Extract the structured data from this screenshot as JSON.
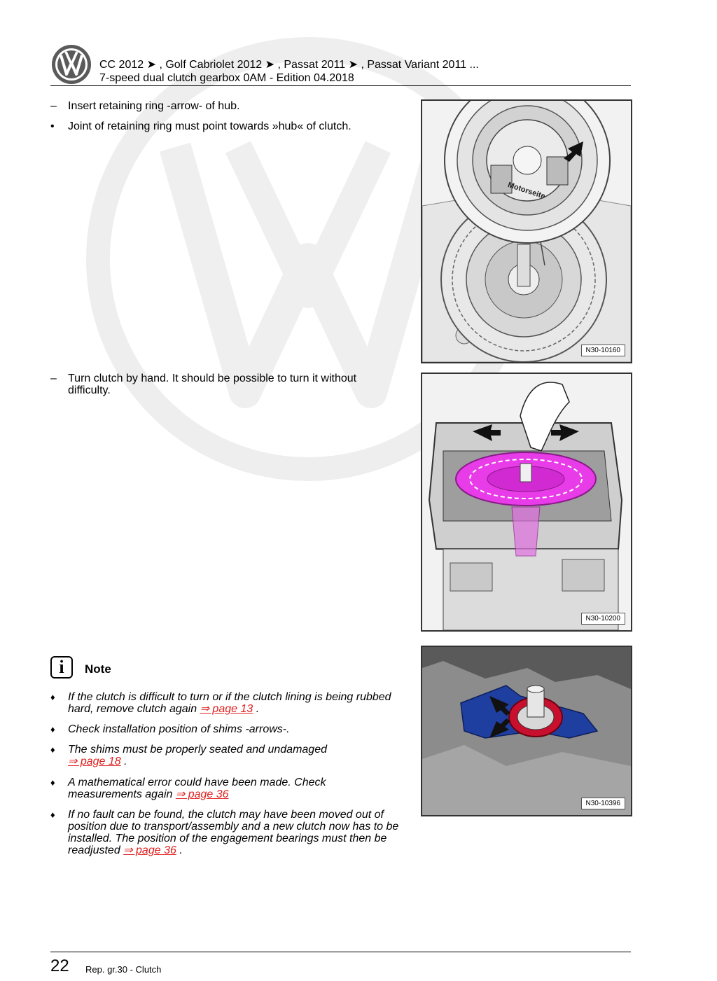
{
  "header": {
    "line1": "CC 2012 ➤ , Golf Cabriolet 2012 ➤ , Passat 2011 ➤ , Passat Variant 2011 ...",
    "line2": "7-speed dual clutch gearbox 0AM - Edition 04.2018",
    "logo_icon": "vw-logo-icon"
  },
  "steps": [
    {
      "marker": "–",
      "text": "Insert retaining ring -arrow- of hub."
    },
    {
      "marker": "•",
      "text": "Joint of retaining ring must point towards »hub« of clutch."
    },
    {
      "marker": "–",
      "text": "Turn clutch by hand. It should be possible to turn it without difficulty."
    }
  ],
  "figures": [
    {
      "label": "N30-10160",
      "stamp": "Motorseite"
    },
    {
      "label": "N30-10200"
    },
    {
      "label": "N30-10396"
    }
  ],
  "note": {
    "icon": "info-icon",
    "title": "Note",
    "b1_text": "If the clutch is difficult to turn or if the clutch lining is being rubbed hard, remove clutch again",
    "b1_link": "⇒ page 13",
    "b1_end": " .",
    "b2_text": "Check installation position of shims -arrows-.",
    "b3_text": "The shims must be properly seated and undamaged",
    "b3_link": "⇒ page 18",
    "b3_end": " .",
    "b4_text": "A mathematical error could have been made. Check measurements again",
    "b4_link": "⇒ page 36",
    "b5_text": "If no fault can be found, the clutch may have been moved out of position due to transport/assembly and a new clutch now has to be installed. The position of the engagement bearings must then be readjusted",
    "b5_link": "⇒ page 36",
    "b5_end": " ."
  },
  "footer": {
    "page_number": "22",
    "text": "Rep. gr.30 - Clutch"
  },
  "colors": {
    "link": "#e02020",
    "clutch_highlight": "#e83ce8",
    "fork_blue": "#1f3fa0",
    "shim_red": "#c8102e"
  }
}
